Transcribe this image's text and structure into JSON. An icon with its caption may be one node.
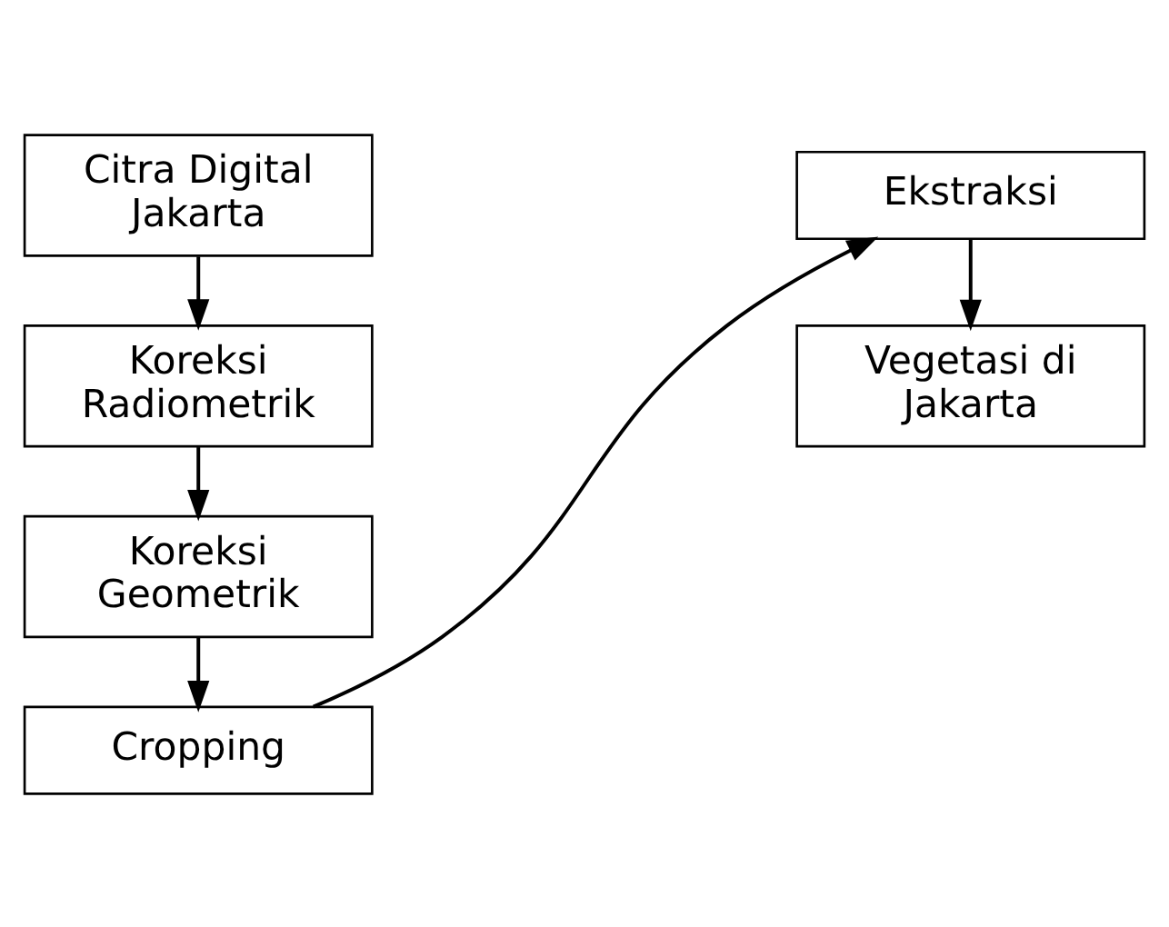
{
  "diagram": {
    "nodes": [
      {
        "text": [
          "Citra Digital Jakarta"
        ]
      },
      {
        "text": [
          "Koreksi Radiometrik"
        ]
      },
      {
        "text": [
          "Koreksi Geometrik"
        ]
      },
      {
        "text": [
          "Cropping"
        ]
      },
      {
        "text": [
          "Ekstraksi"
        ]
      },
      {
        "text": [
          "Vegetasi di Jakarta"
        ]
      }
    ],
    "edges": [
      {
        "from": 0,
        "to": 1,
        "arrow": "to"
      },
      {
        "from": 1,
        "to": 2,
        "arrow": "to"
      },
      {
        "from": 2,
        "to": 3,
        "arrow": "to"
      },
      {
        "from": 3,
        "to": 4,
        "arrow": "to"
      },
      {
        "from": 4,
        "to": 5,
        "arrow": "to"
      }
    ]
  }
}
